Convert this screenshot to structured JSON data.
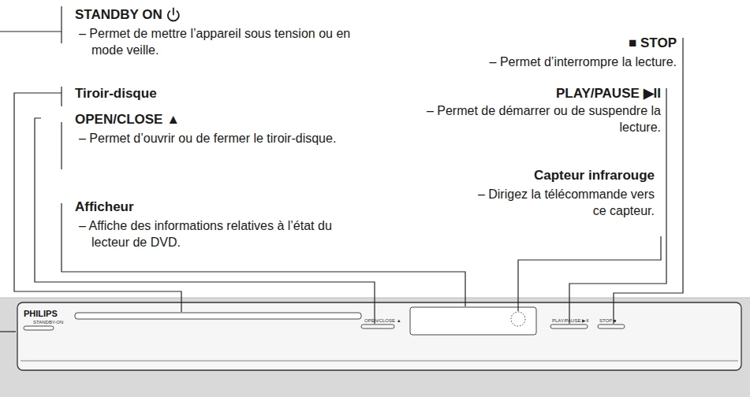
{
  "diagram": {
    "labels": [
      "STANDBY ON",
      "– Permet de mettre l’appareil sous tension ou en mode veille.",
      "Tiroir-disque",
      "OPEN/CLOSE ▲",
      "– Permet d’ouvrir ou de fermer le tiroir-disque.",
      "Afficheur",
      "– Affiche des informations relatives à l’état du lecteur de DVD.",
      "■ STOP",
      "– Permet d’interrompre la lecture.",
      "PLAY/PAUSE ▶II",
      "– Permet de démarrer ou de suspendre la lecture.",
      "Capteur infrarouge",
      "– Dirigez la télécommande vers ce capteur.",
      "PHILIPS",
      "STANDBY-ON",
      "OPEN/CLOSE ▲",
      "PLAY/PAUSE ▶II",
      "STOP ■"
    ]
  }
}
